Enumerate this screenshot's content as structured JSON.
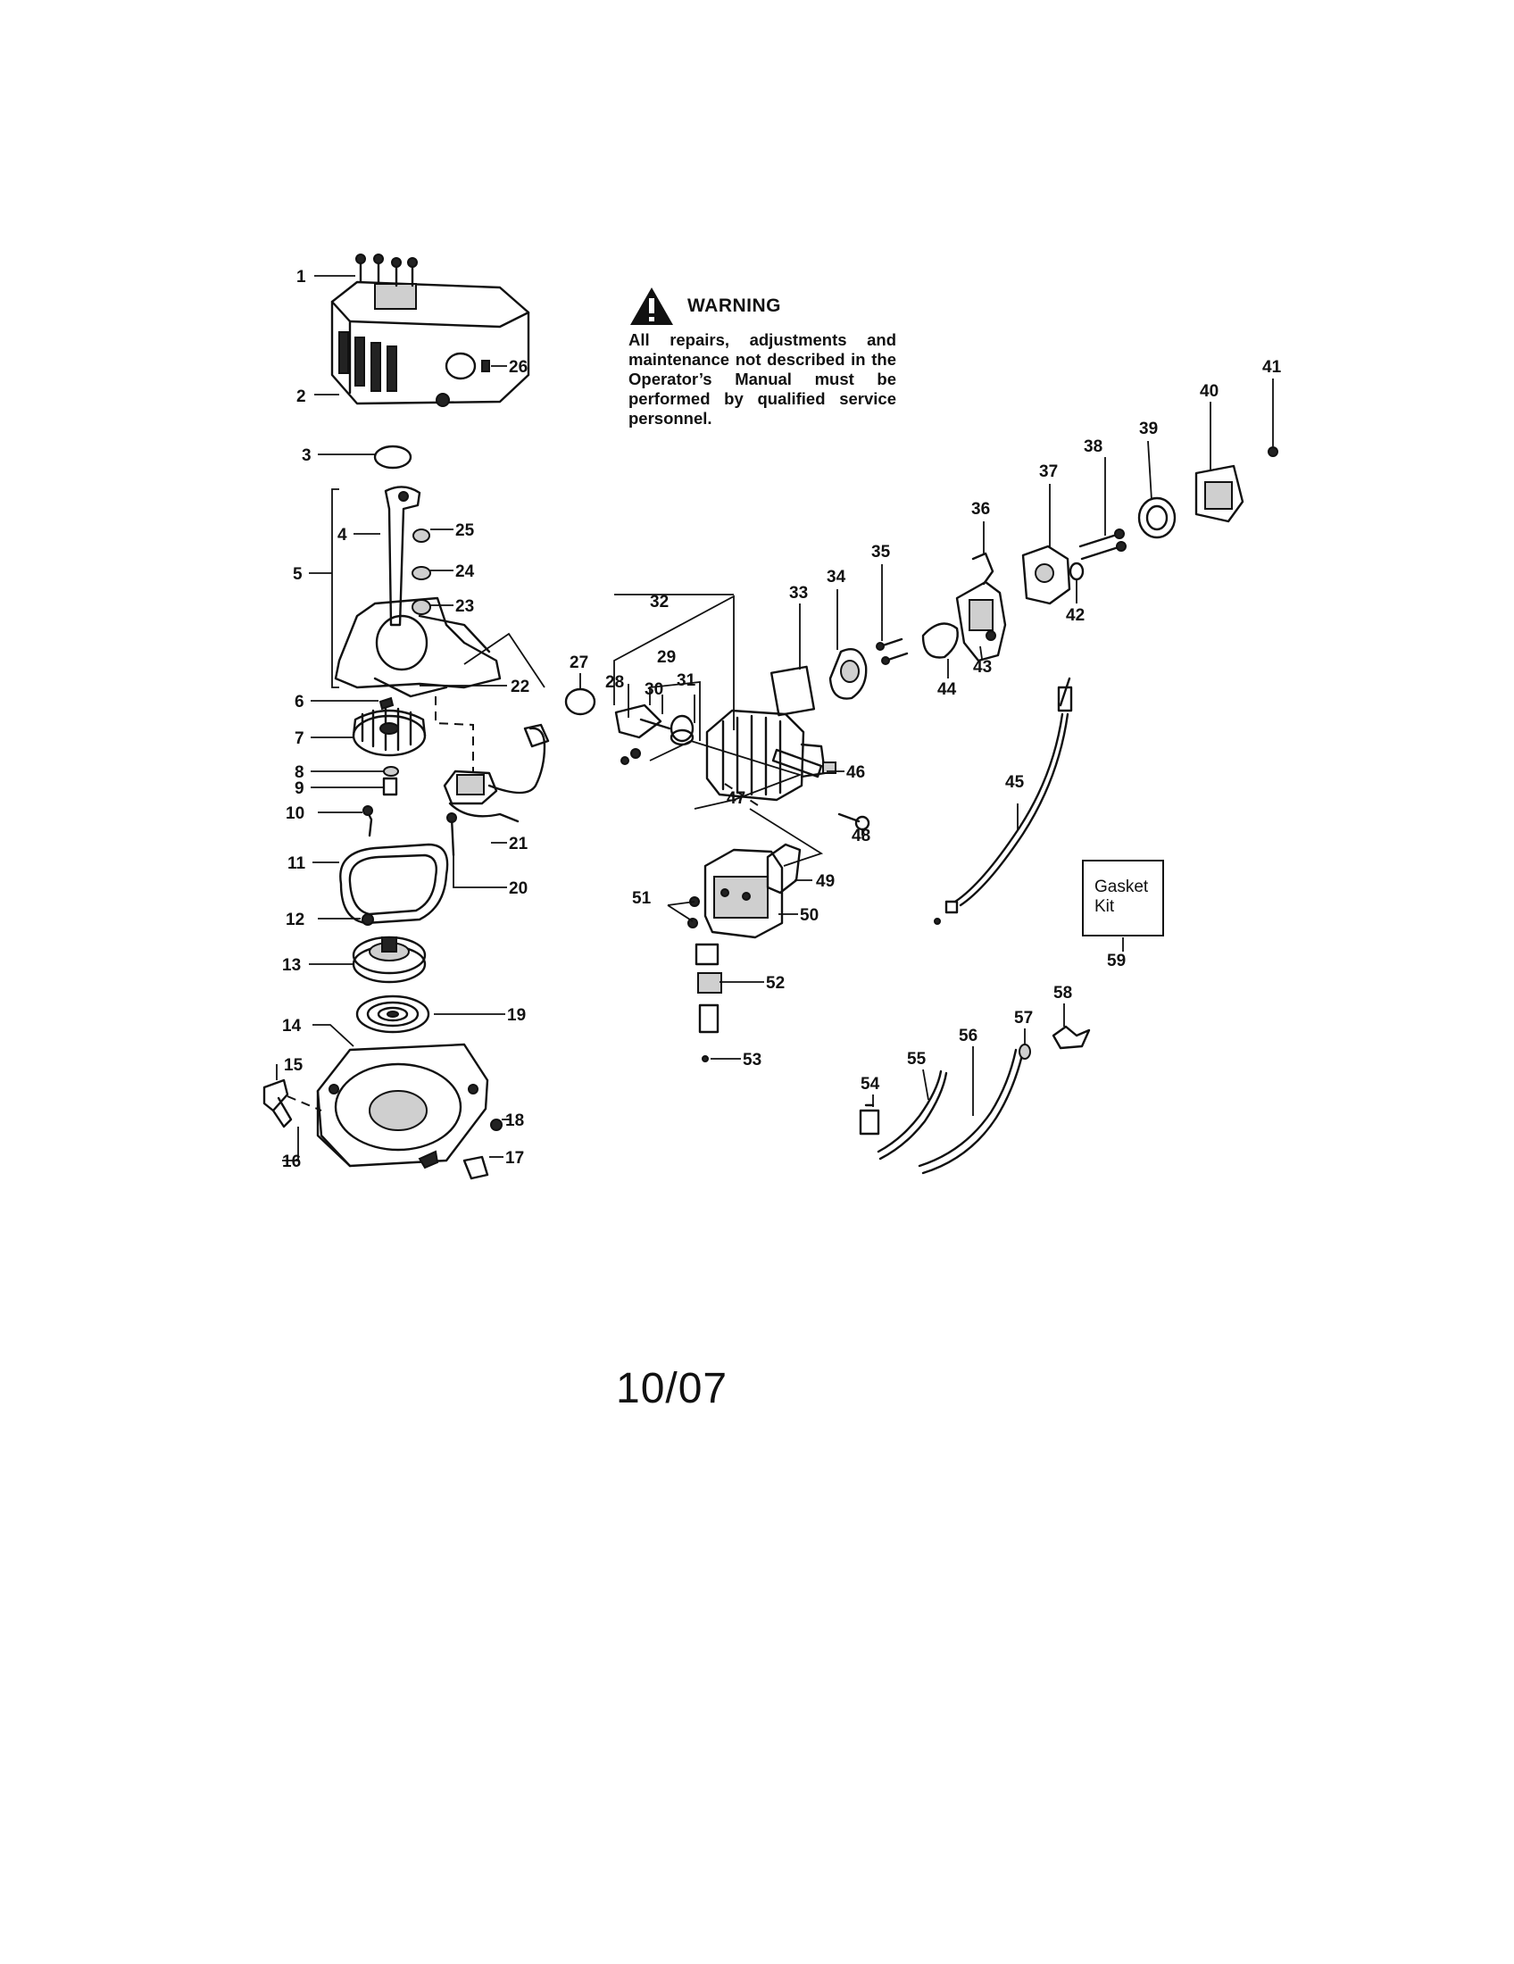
{
  "warning": {
    "title": "WARNING",
    "text": "All repairs, adjustments and maintenance not described in the Operator’s Manual must be performed by qualified service personnel."
  },
  "gasket_kit": {
    "line1": "Gasket",
    "line2": "Kit"
  },
  "revision_date": "10/07",
  "callouts": [
    "1",
    "2",
    "3",
    "4",
    "5",
    "6",
    "7",
    "8",
    "9",
    "10",
    "11",
    "12",
    "13",
    "14",
    "15",
    "16",
    "17",
    "18",
    "19",
    "20",
    "21",
    "22",
    "23",
    "24",
    "25",
    "26",
    "27",
    "28",
    "29",
    "30",
    "31",
    "32",
    "33",
    "34",
    "35",
    "36",
    "37",
    "38",
    "39",
    "40",
    "41",
    "42",
    "43",
    "44",
    "45",
    "46",
    "47",
    "48",
    "49",
    "50",
    "51",
    "52",
    "53",
    "54",
    "55",
    "56",
    "57",
    "58",
    "59"
  ]
}
